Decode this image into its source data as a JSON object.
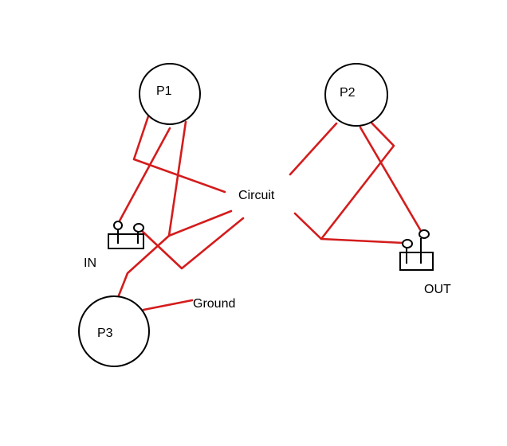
{
  "labels": {
    "p1": "P1",
    "p2": "P2",
    "p3": "P3",
    "circuit": "Circuit",
    "in": "IN",
    "out": "OUT",
    "ground": "Ground"
  },
  "colors": {
    "wire": "#d41c1c",
    "outline": "#000000",
    "background": "#ffffff"
  }
}
